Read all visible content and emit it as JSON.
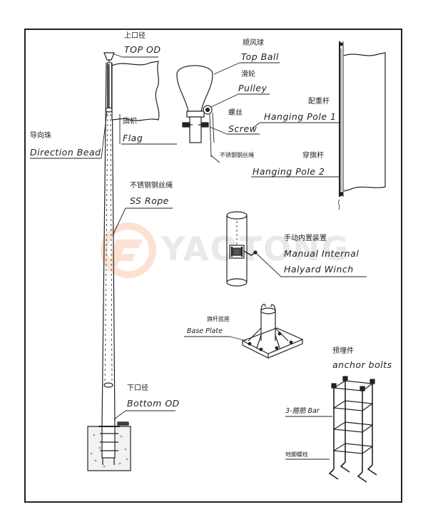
{
  "watermark": "YAOTONG",
  "labels": {
    "top_od_zh": "上口径",
    "top_od_en": "TOP OD",
    "top_ball_zh": "顺风球",
    "top_ball_en": "Top Ball",
    "pulley_zh": "滑轮",
    "pulley_en": "Pulley",
    "screw_zh": "螺丝",
    "screw_en": "Screw",
    "ss_rope_small_zh": "不锈钢钢丝绳",
    "flag_zh": "旗帜",
    "flag_en": "Flag",
    "direction_bead_zh": "导向珠",
    "direction_bead_en": "Direction Bead",
    "hanging_pole_1_zh": "配重杆",
    "hanging_pole_1_en": "Hanging Pole 1",
    "hanging_pole_2_zh": "穿旗杆",
    "hanging_pole_2_en": "Hanging Pole 2",
    "ss_rope_zh": "不锈钢钢丝绳",
    "ss_rope_en": "SS Rope",
    "winch_zh": "手动内置装置",
    "winch_en_1": "Manual Internal",
    "winch_en_2": "Halyard Winch",
    "base_plate_zh": "旗杆底座",
    "base_plate_en": "Base Plate",
    "anchor_zh": "预埋件",
    "anchor_en": "anchor bolts",
    "bar_label": "3-箍筋 Bar",
    "foot_bolt_zh": "地脚螺栓",
    "bottom_od_zh": "下口径",
    "bottom_od_en": "Bottom OD"
  }
}
